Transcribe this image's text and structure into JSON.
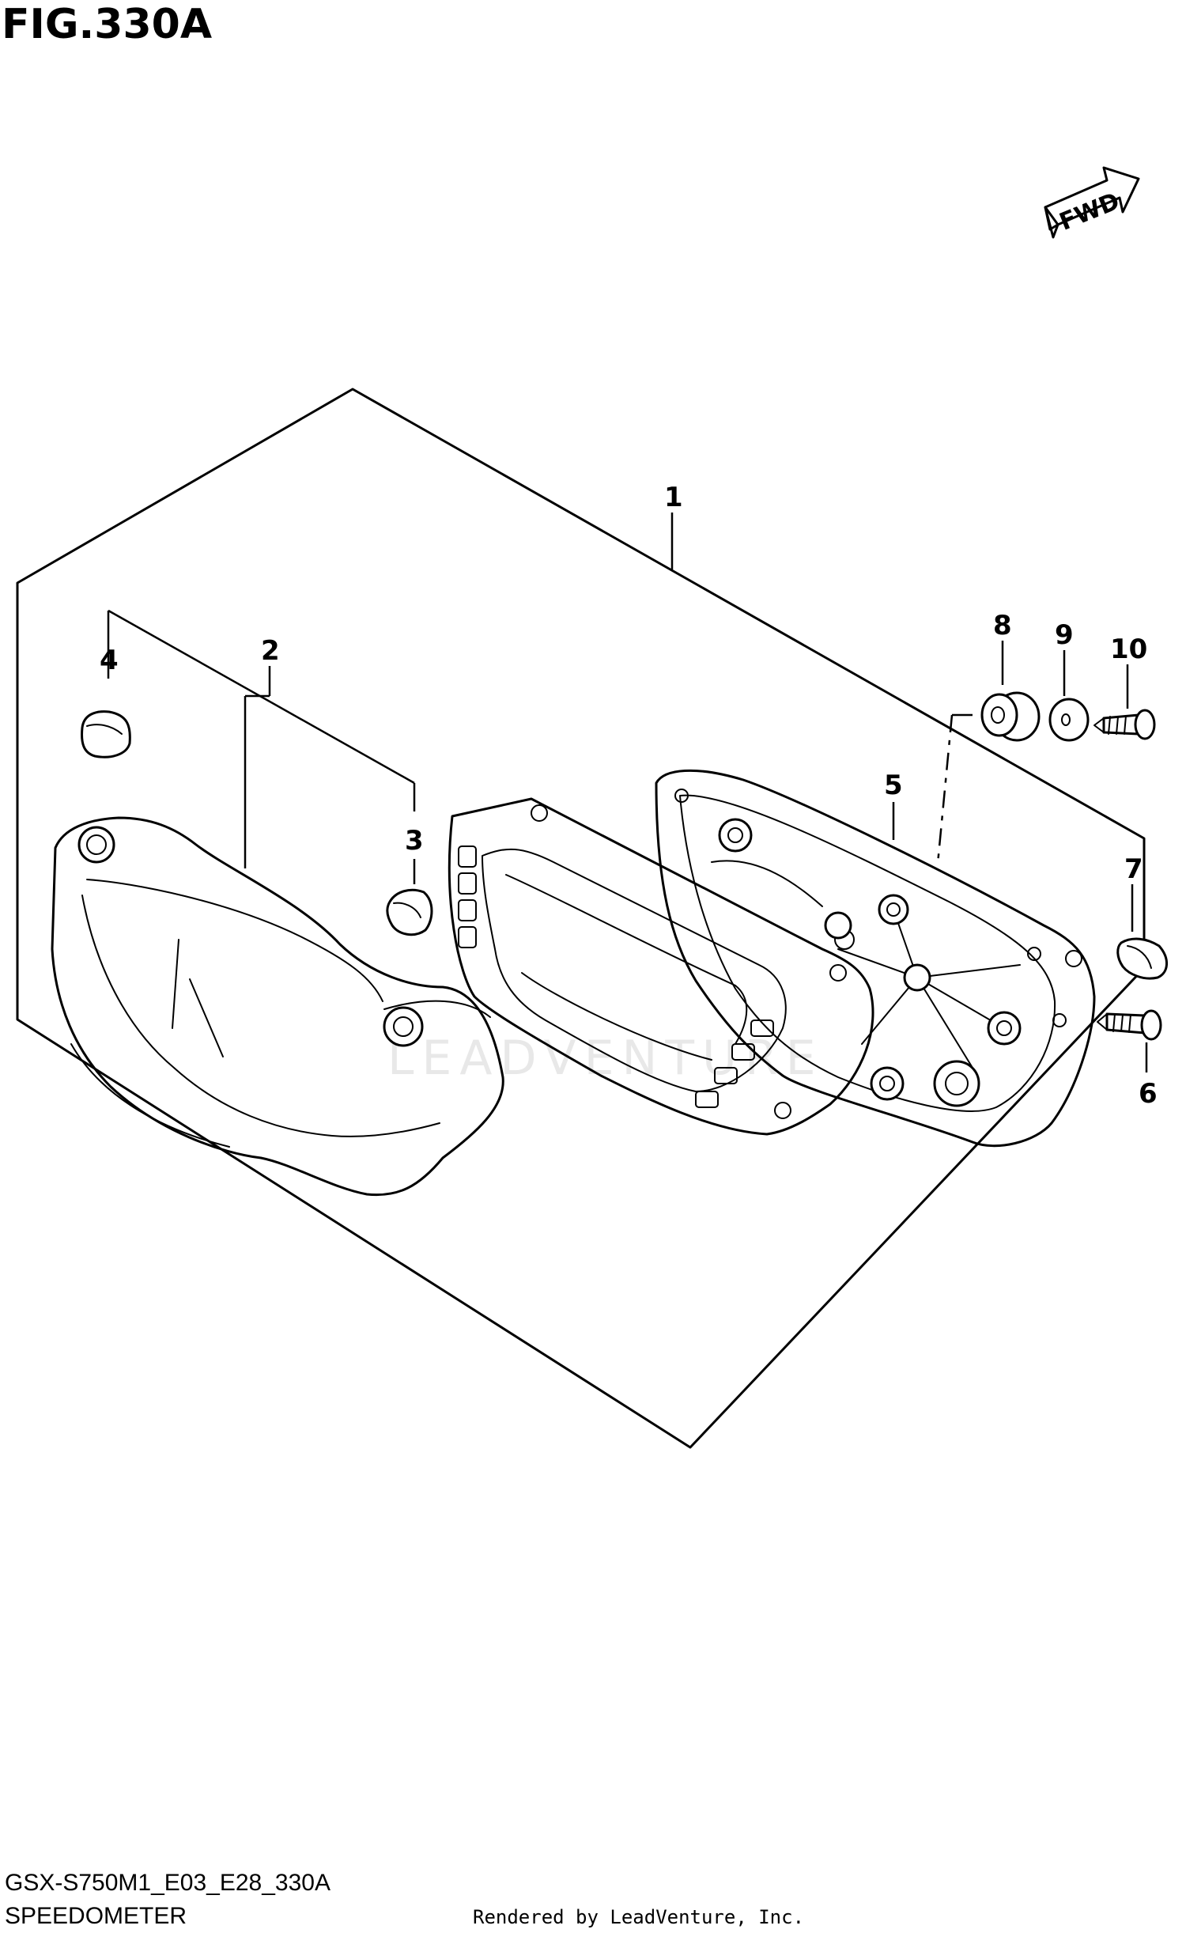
{
  "figure": {
    "title": "FIG.330A",
    "fwd_label": "FWD"
  },
  "callouts": [
    "1",
    "2",
    "3",
    "4",
    "5",
    "6",
    "7",
    "8",
    "9",
    "10"
  ],
  "footer": {
    "model_code": "GSX-S750M1_E03_E28_330A",
    "section_name": "SPEEDOMETER",
    "render_credit": "Rendered by LeadVenture, Inc."
  },
  "watermark": {
    "text": "LEADVENTURE"
  }
}
